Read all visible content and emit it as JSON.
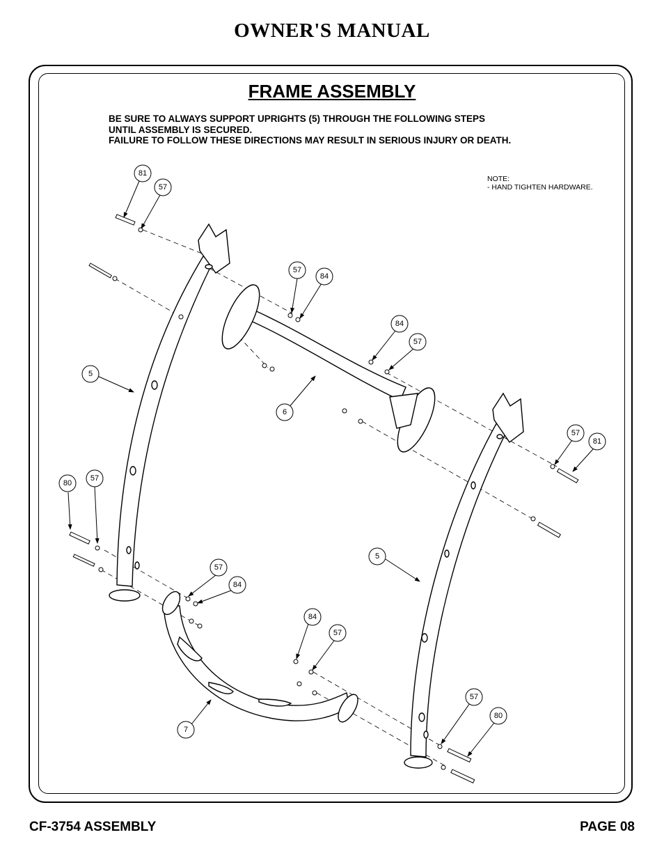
{
  "header": {
    "title": "OWNER'S MANUAL"
  },
  "section": {
    "title": "FRAME ASSEMBLY",
    "warning_lines": [
      "BE SURE TO ALWAYS SUPPORT UPRIGHTS (5) THROUGH THE FOLLOWING STEPS",
      "UNTIL ASSEMBLY IS SECURED.",
      "FAILURE TO FOLLOW THESE DIRECTIONS MAY RESULT IN SERIOUS INJURY OR DEATH."
    ],
    "note_lines": [
      "NOTE:",
      "-  HAND TIGHTEN HARDWARE."
    ]
  },
  "callouts": [
    {
      "label": "81"
    },
    {
      "label": "57"
    },
    {
      "label": "57"
    },
    {
      "label": "84"
    },
    {
      "label": "84"
    },
    {
      "label": "57"
    },
    {
      "label": "5"
    },
    {
      "label": "6"
    },
    {
      "label": "57"
    },
    {
      "label": "81"
    },
    {
      "label": "80"
    },
    {
      "label": "57"
    },
    {
      "label": "5"
    },
    {
      "label": "57"
    },
    {
      "label": "84"
    },
    {
      "label": "84"
    },
    {
      "label": "57"
    },
    {
      "label": "57"
    },
    {
      "label": "80"
    },
    {
      "label": "7"
    }
  ],
  "footer": {
    "left": "CF-3754 ASSEMBLY",
    "right": "PAGE 08"
  }
}
